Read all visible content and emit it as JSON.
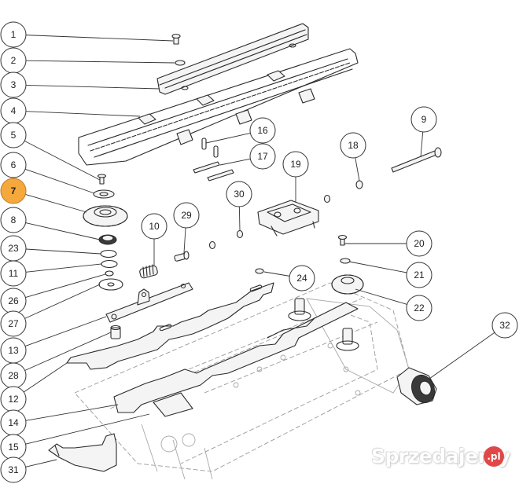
{
  "diagram": {
    "title": "Exploded view parts diagram",
    "highlight_color": "#f5a83c",
    "highlighted_part": "7",
    "callouts": [
      {
        "label": "1",
        "part": "bolt",
        "highlight": false
      },
      {
        "label": "2",
        "part": "washer",
        "highlight": false
      },
      {
        "label": "3",
        "part": "guide-rail",
        "highlight": false
      },
      {
        "label": "4",
        "part": "chain",
        "highlight": false
      },
      {
        "label": "5",
        "part": "screw",
        "highlight": false
      },
      {
        "label": "6",
        "part": "washer",
        "highlight": false
      },
      {
        "label": "7",
        "part": "sprocket",
        "highlight": true
      },
      {
        "label": "8",
        "part": "bearing",
        "highlight": false
      },
      {
        "label": "23",
        "part": "ring",
        "highlight": false
      },
      {
        "label": "11",
        "part": "o-ring",
        "highlight": false
      },
      {
        "label": "26",
        "part": "bushing",
        "highlight": false
      },
      {
        "label": "27",
        "part": "large-washer",
        "highlight": false
      },
      {
        "label": "13",
        "part": "bracket-plate",
        "highlight": false
      },
      {
        "label": "28",
        "part": "sleeve",
        "highlight": false
      },
      {
        "label": "12",
        "part": "long-plate",
        "highlight": false
      },
      {
        "label": "14",
        "part": "base-plate",
        "highlight": false
      },
      {
        "label": "15",
        "part": "frame",
        "highlight": false
      },
      {
        "label": "31",
        "part": "bracket-arm",
        "highlight": false
      },
      {
        "label": "10",
        "part": "spring",
        "highlight": false
      },
      {
        "label": "29",
        "part": "pin",
        "highlight": false
      },
      {
        "label": "16",
        "part": "pins",
        "highlight": false
      },
      {
        "label": "17",
        "part": "clips",
        "highlight": false
      },
      {
        "label": "30",
        "part": "nut",
        "highlight": false
      },
      {
        "label": "19",
        "part": "housing",
        "highlight": false
      },
      {
        "label": "18",
        "part": "nut",
        "highlight": false
      },
      {
        "label": "9",
        "part": "long-bolt",
        "highlight": false
      },
      {
        "label": "20",
        "part": "bolt",
        "highlight": false
      },
      {
        "label": "21",
        "part": "washer",
        "highlight": false
      },
      {
        "label": "22",
        "part": "drive-sprocket",
        "highlight": false
      },
      {
        "label": "24",
        "part": "nut",
        "highlight": false
      },
      {
        "label": "32",
        "part": "coupling",
        "highlight": false
      }
    ]
  },
  "watermark": {
    "text": "Sprzedajemy",
    "badge": ".pl",
    "badge_color": "#e04848"
  }
}
